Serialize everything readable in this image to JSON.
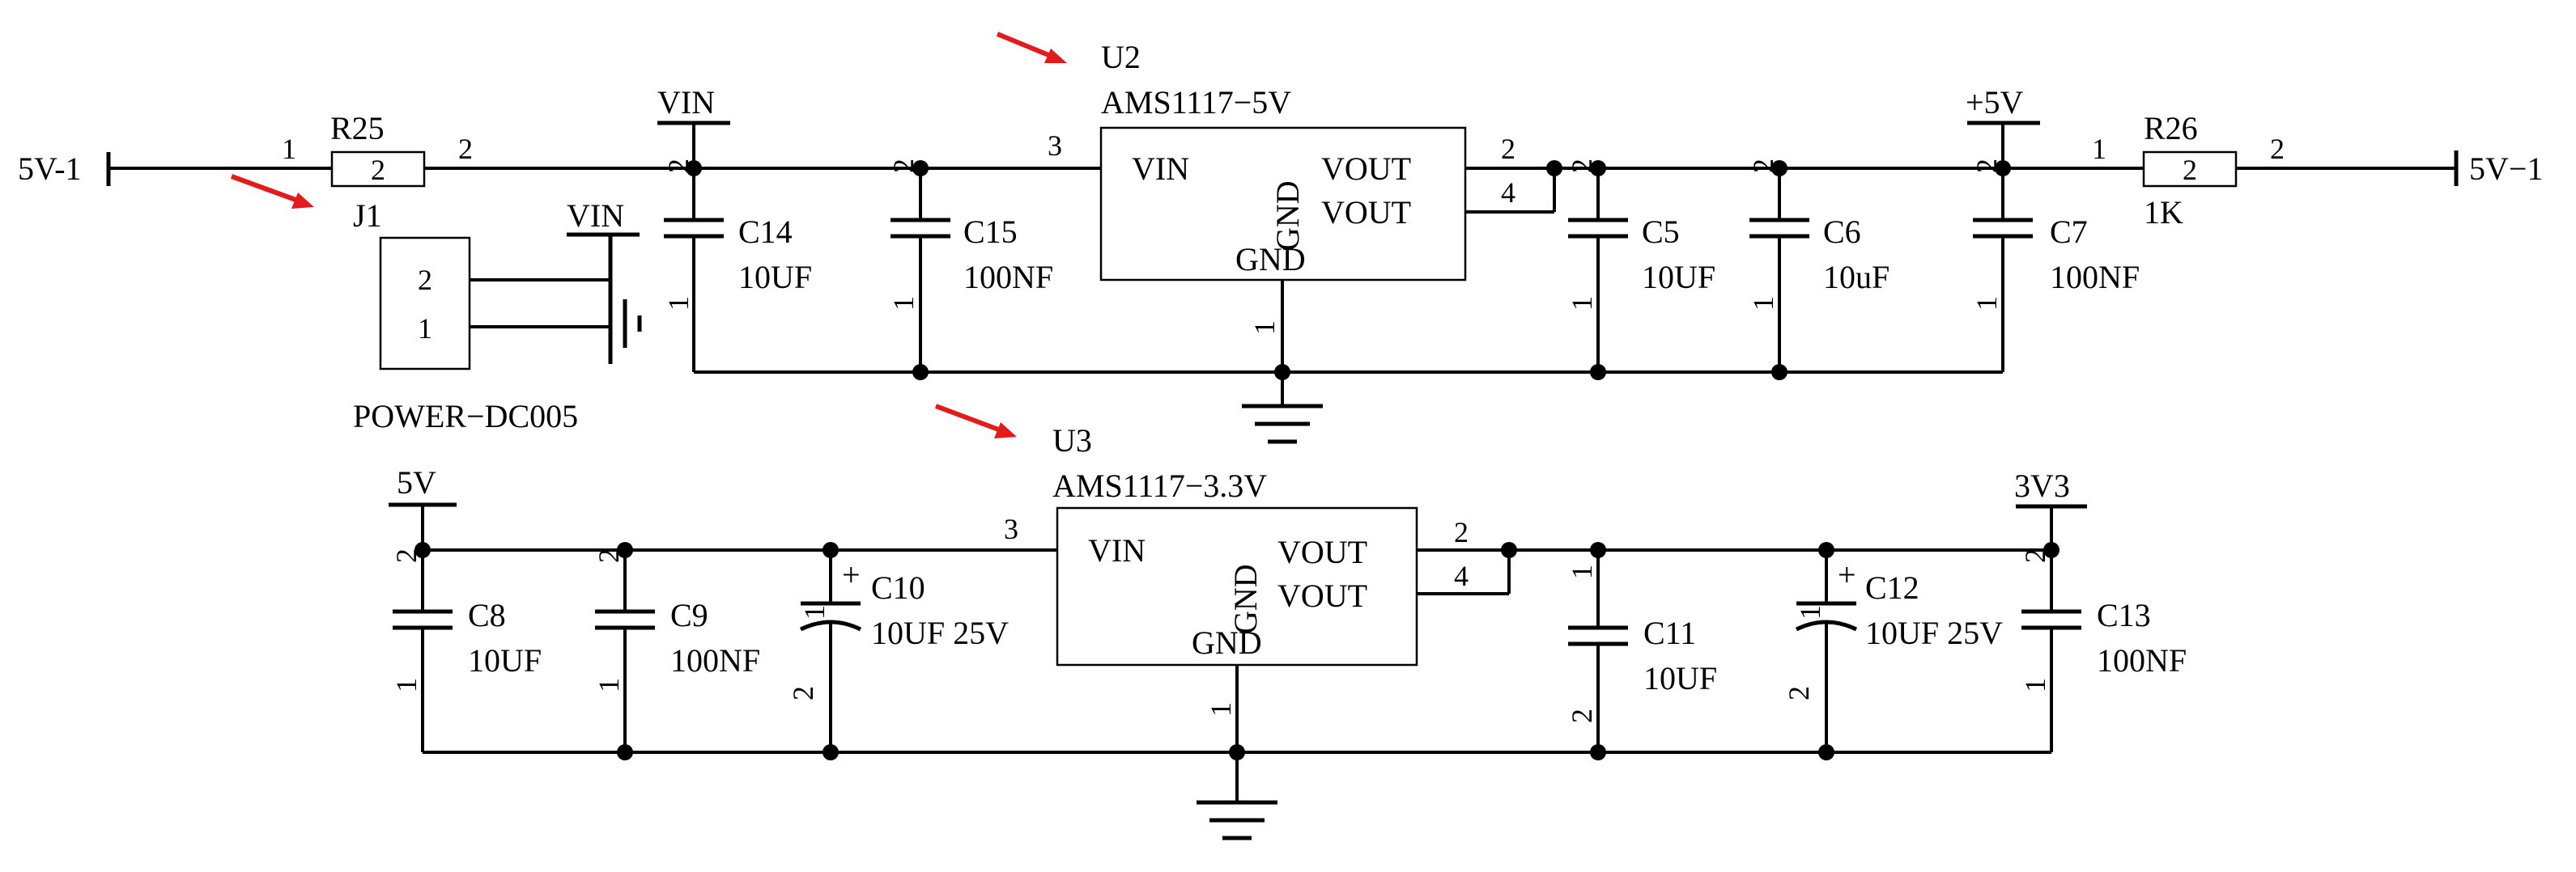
{
  "colors": {
    "wire": "#000000",
    "arrow": "#e41b1b",
    "background": "#ffffff"
  },
  "nets": {
    "in_left": "5V-1",
    "out_right": "5V−1",
    "vin_top": "VIN",
    "vin_j1": "VIN",
    "plus5v": "+5V",
    "fivev": "5V",
    "threev3": "3V3"
  },
  "resistors": {
    "r25": {
      "ref": "R25",
      "pin1": "1",
      "pin2": "2",
      "body": "2"
    },
    "r26": {
      "ref": "R26",
      "value": "1K",
      "pin1": "1",
      "pin2": "2",
      "body": "2"
    }
  },
  "connector": {
    "ref": "J1",
    "part": "POWER−DC005",
    "pin_a": "2",
    "pin_b": "1"
  },
  "regulators": {
    "u2": {
      "ref": "U2",
      "part": "AMS1117−5V",
      "pin_vin": "VIN",
      "pin_gnd": "GND",
      "pin_gnd_v": "GND",
      "pin_vout1": "VOUT",
      "pin_vout2": "VOUT",
      "num_in": "3",
      "num_out1": "2",
      "num_out2": "4",
      "num_gnd": "1"
    },
    "u3": {
      "ref": "U3",
      "part": "AMS1117−3.3V",
      "pin_vin": "VIN",
      "pin_gnd": "GND",
      "pin_gnd_v": "GND",
      "pin_vout1": "VOUT",
      "pin_vout2": "VOUT",
      "num_in": "3",
      "num_out1": "2",
      "num_out2": "4",
      "num_gnd": "1"
    }
  },
  "capacitors": {
    "c14": {
      "ref": "C14",
      "value": "10UF",
      "top": "2",
      "bot": "1"
    },
    "c15": {
      "ref": "C15",
      "value": "100NF",
      "top": "2",
      "bot": "1"
    },
    "c5": {
      "ref": "C5",
      "value": "10UF",
      "top": "2",
      "bot": "1"
    },
    "c6": {
      "ref": "C6",
      "value": "10uF",
      "top": "2",
      "bot": "1"
    },
    "c7": {
      "ref": "C7",
      "value": "100NF",
      "top": "2",
      "bot": "1"
    },
    "c8": {
      "ref": "C8",
      "value": "10UF",
      "top": "2",
      "bot": "1"
    },
    "c9": {
      "ref": "C9",
      "value": "100NF",
      "top": "2",
      "bot": "1"
    },
    "c10": {
      "ref": "C10",
      "value": "10UF 25V",
      "top": "1",
      "bot": "2",
      "polarity": "+"
    },
    "c11": {
      "ref": "C11",
      "value": "10UF",
      "top": "1",
      "bot": "2"
    },
    "c12": {
      "ref": "C12",
      "value": "10UF 25V",
      "top": "1",
      "bot": "2",
      "polarity": "+"
    },
    "c13": {
      "ref": "C13",
      "value": "100NF",
      "top": "2",
      "bot": "1"
    }
  }
}
